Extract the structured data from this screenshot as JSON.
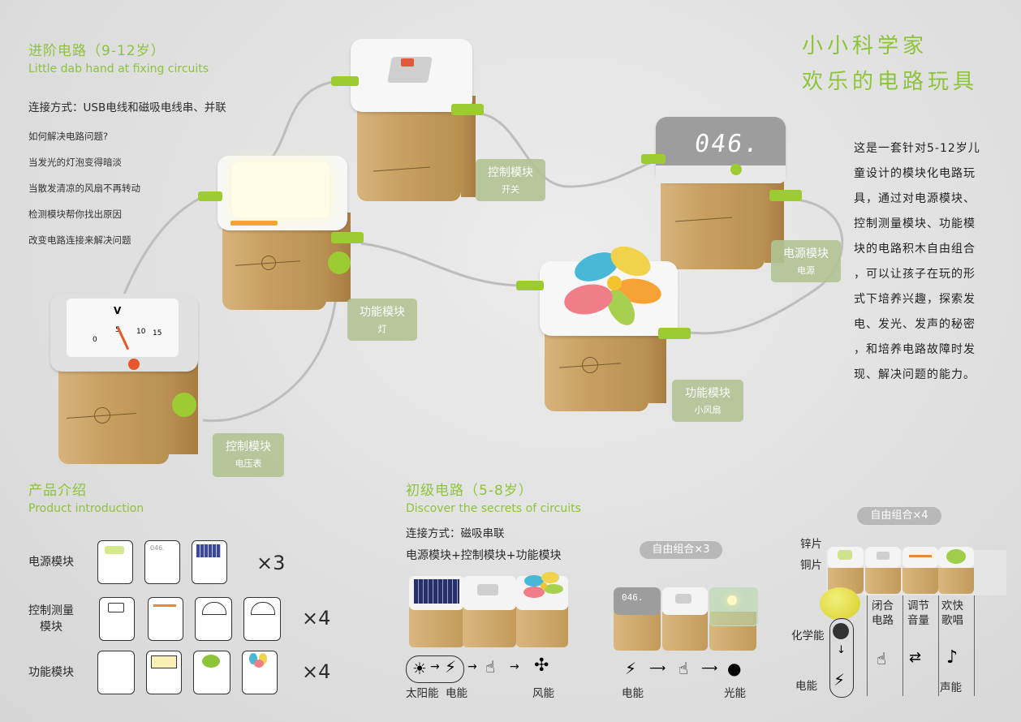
{
  "title": {
    "line1": "小小科学家",
    "line2": "欢乐的电路玩具"
  },
  "advanced": {
    "heading_cn": "进阶电路（9-12岁）",
    "heading_en": "Little dab hand at fixing circuits",
    "connection": "连接方式：USB电线和磁吸电线串、并联",
    "bullets": [
      "如何解决电路问题?",
      "当发光的灯泡变得暗淡",
      "当散发清凉的风扇不再转动",
      "检测模块帮你找出原因",
      "改变电路连接来解决问题"
    ]
  },
  "description": [
    "这是一套针对5-12岁儿",
    "童设计的模块化电路玩",
    "具，通过对电源模块、",
    "控制测量模块、功能模",
    "块的电路积木自由组合",
    "，可以让孩子在玩的形",
    "式下培养兴趣，探索发",
    "电、发光、发声的秘密",
    "，和培养电路故障时发",
    "现、解决问题的能力。"
  ],
  "module_labels": [
    {
      "title": "控制模块",
      "sub": "开关"
    },
    {
      "title": "电源模块",
      "sub": "电源"
    },
    {
      "title": "功能模块",
      "sub": "灯"
    },
    {
      "title": "功能模块",
      "sub": "小风扇"
    },
    {
      "title": "控制模块",
      "sub": "电压表"
    }
  ],
  "display_text": "046.",
  "voltmeter": {
    "unit": "V",
    "scale": [
      "0",
      "5",
      "10",
      "15"
    ]
  },
  "product_intro": {
    "heading_cn": "产品介绍",
    "heading_en": "Product introduction",
    "rows": [
      {
        "label": "电源模块",
        "count": "×3"
      },
      {
        "label": "控制测量\n模块",
        "count": "×4"
      },
      {
        "label": "功能模块",
        "count": "×4"
      }
    ]
  },
  "beginner": {
    "heading_cn": "初级电路（5-8岁）",
    "heading_en": "Discover the secrets of circuits",
    "connection": "连接方式：磁吸串联",
    "formula": "电源模块+控制模块+功能模块",
    "free_combo_3": "自由组合×3",
    "free_combo_4": "自由组合×4",
    "chain1": {
      "solar": "太阳能",
      "elec": "电能",
      "wind": "风能"
    },
    "chain2": {
      "elec": "电能",
      "light": "光能"
    }
  },
  "chemistry": {
    "zinc": "锌片",
    "copper": "铜片",
    "chem": "化学能",
    "elec": "电能",
    "col1": "闭合\n电路",
    "col2": "调节\n音量",
    "col3": "欢快\n歌唱",
    "sound": "声能"
  },
  "colors": {
    "accent_green": "#8cc43a",
    "label_bg": "#b3c394",
    "wood": "#c9a062"
  }
}
